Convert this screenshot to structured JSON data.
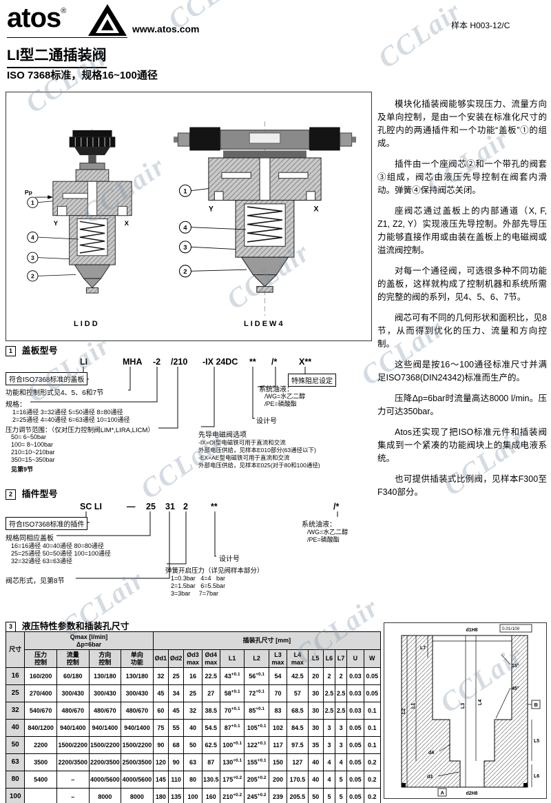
{
  "watermark": {
    "text": "CCLair"
  },
  "header": {
    "logo_text": "atos",
    "logo_reg": "®",
    "website": "www.atos.com",
    "doc_ref": "样本  H003-12/C"
  },
  "title": {
    "main": "LI型二通插装阀",
    "subtitle": "ISO 7368标准，规格16~100通径"
  },
  "figures": {
    "left_caption": "LIDD",
    "right_caption": "LIDEW4",
    "callouts": [
      "1",
      "2",
      "3",
      "4"
    ],
    "ports": {
      "pp": "Pp",
      "y": "Y",
      "x": "X"
    }
  },
  "intro": {
    "paragraphs": [
      "模块化插装阀能够实现压力、流量方向及单向控制，是由一个安装在标准化尺寸的孔腔内的两通插件和一个功能“盖板”①的组成。",
      "插件由一个座阀芯②和一个带孔的阀套③组成，阀芯由液压先导控制在阀套内滑动。弹簧④保持阀芯关闭。",
      "座阀芯通过盖板上的内部通道（X, F, Z1, Z2, Y）实现液压先导控制。外部先导压力能够直接作用或由装在盖板上的电磁阀或溢流阀控制。",
      "对每一个通径阀，可选很多种不同功能的盖板，这样就构成了控制机器和系统所需的完整的阀的系列，见4、5、6、7节。",
      "阀芯可有不同的几何形状和面积比，见8节，从而得到优化的压力、流量和方向控制。",
      "这些阀是按16～100通径标准尺寸并满足ISO7368(DIN24342)标准而生产的。",
      "压降Δp=6bar时流量高达8000 l/min。压力可达350bar。",
      "Atos还实现了把ISO标准元件和插装阀集成到一个紧凑的功能阀块上的集成电液系统。",
      "也可提供插装式比例阀，见样本F300至F340部分。"
    ]
  },
  "section1": {
    "number": "1",
    "title": "盖板型号",
    "code": [
      "LI",
      "MHA",
      "-2",
      "/210",
      "-IX 24DC",
      "**",
      "/*",
      "X**"
    ],
    "labels": {
      "iso": "符合ISO7368标准的盖板",
      "function": "功能和控制形式见4、5、6和7节",
      "size_title": "规格：",
      "size_line1": "1=16通径  3=32通径  5=50通径  8=80通径",
      "size_line2": "2=25通径  4=40通径  6=63通径  10=100通径",
      "pressure_title": "压力调节范围：（仅对压力控制阀LIM*,LIRA,LICM）",
      "pressure_lines": [
        "50=  6~50bar",
        "100=  8~100bar",
        "210=10~210bar",
        "350=15~350bar"
      ],
      "pressure_note": "见第9节",
      "damping": "特殊阻尼设定",
      "fluid_title": "系统油液：",
      "fluid_wg": "/WG=水乙二醇",
      "fluid_pe": "/PE=磷酸酯",
      "design": "设计号",
      "solenoid_title": "先导电磁阀选项",
      "solenoid_lines": [
        "-IX=OI型电磁铁可用于直流和交流",
        "外部电压供给，见样本E010部分(63通径以下)",
        "-EX=AE型电磁铁可用于直流和交流",
        "外部电压供给，见样本E025(对于80和100通径)"
      ]
    }
  },
  "section2": {
    "number": "2",
    "title": "插件型号",
    "code": [
      "SC LI",
      "—",
      "25",
      "31",
      "2",
      "**",
      "/*"
    ],
    "labels": {
      "iso": "符合ISO7368标准的插件",
      "size_title": "规格同相应盖板",
      "size_lines": [
        "16=16通径  40=40通径  80=80通径",
        "25=25通径  50=50通径  100=100通径",
        "32=32通径  63=63通径"
      ],
      "spool": "阀芯形式，见第8节",
      "spring_title": "弹簧开启压力（详见阀样本部分）",
      "spring_lines": [
        "1=0.3bar   4=4   bar",
        "2=1.5bar   6=5.5bar",
        "3=3bar     7=7bar"
      ],
      "design": "设计号",
      "fluid_title": "系统油液：",
      "fluid_wg": "/WG=水乙二醇",
      "fluid_pe": "/PE=磷酸酯"
    }
  },
  "section3": {
    "number": "3",
    "title": "液压特性参数和插装孔尺寸",
    "table": {
      "size_header": "尺寸",
      "qmax_header": "Qmax [l/min]\nΔp=6bar",
      "cavity_header": "插装孔尺寸 [mm]",
      "qmax_cols": [
        "压力\n控制",
        "流量\n控制",
        "方向\n控制",
        "单向\n功能"
      ],
      "dim_cols": [
        "Ød1",
        "Ød2",
        "Ød3\nmax",
        "Ød4\nmax",
        "L1",
        "L2",
        "L3\nmax",
        "L4\nmax",
        "L5",
        "L6",
        "L7",
        "U",
        "W"
      ],
      "rows": [
        {
          "size": "16",
          "qmax": [
            "160/200",
            "60/180",
            "130/180",
            "130/180"
          ],
          "dims": [
            "32",
            "25",
            "16",
            "22.5",
            "43^+0.1",
            "56^+0.1",
            "54",
            "42.5",
            "20",
            "2",
            "2",
            "0.03",
            "0.05"
          ]
        },
        {
          "size": "25",
          "qmax": [
            "270/400",
            "300/430",
            "300/430",
            "300/430"
          ],
          "dims": [
            "45",
            "34",
            "25",
            "27",
            "58^+0.1",
            "72^+0.1",
            "70",
            "57",
            "30",
            "2.5",
            "2.5",
            "0.03",
            "0.05"
          ]
        },
        {
          "size": "32",
          "qmax": [
            "540/670",
            "480/670",
            "480/670",
            "480/670"
          ],
          "dims": [
            "60",
            "45",
            "32",
            "38.5",
            "70^+0.1",
            "85^+0.1",
            "83",
            "68.5",
            "30",
            "2.5",
            "2.5",
            "0.03",
            "0.1"
          ]
        },
        {
          "size": "40",
          "qmax": [
            "840/1200",
            "940/1400",
            "940/1400",
            "940/1400"
          ],
          "dims": [
            "75",
            "55",
            "40",
            "54.5",
            "87^+0.1",
            "105^+0.1",
            "102",
            "84.5",
            "30",
            "3",
            "3",
            "0.05",
            "0.1"
          ]
        },
        {
          "size": "50",
          "qmax": [
            "2200",
            "1500/2200",
            "1500/2200",
            "1500/2200"
          ],
          "dims": [
            "90",
            "68",
            "50",
            "62.5",
            "100^+0.1",
            "122^+0.1",
            "117",
            "97.5",
            "35",
            "3",
            "3",
            "0.05",
            "0.1"
          ]
        },
        {
          "size": "63",
          "qmax": [
            "3500",
            "2200/3500",
            "2200/3500",
            "2500/3500"
          ],
          "dims": [
            "120",
            "90",
            "63",
            "87",
            "130^+0.1",
            "155^+0.1",
            "150",
            "127",
            "40",
            "4",
            "4",
            "0.05",
            "0.2"
          ]
        },
        {
          "size": "80",
          "qmax": [
            "5400",
            "–",
            "4000/5600",
            "4000/5600"
          ],
          "dims": [
            "145",
            "110",
            "80",
            "130.5",
            "175^+0.2",
            "205^+0.2",
            "200",
            "170.5",
            "40",
            "4",
            "5",
            "0.05",
            "0.2"
          ]
        },
        {
          "size": "100",
          "qmax": [
            "",
            "–",
            "8000",
            "8000"
          ],
          "dims": [
            "180",
            "135",
            "100",
            "160",
            "210^+0.2",
            "245^+0.2",
            "239",
            "205.5",
            "50",
            "5",
            "5",
            "0.05",
            "0.2"
          ]
        }
      ]
    }
  },
  "drawing": {
    "d1": "d1H8",
    "d2": "d2H8",
    "d3": "d3",
    "d4": "d4",
    "L1": "L1",
    "L2": "L2",
    "L3": "L3",
    "L4": "L4",
    "L5": "L5",
    "L6": "L6",
    "L7": "L7",
    "ang15": "15°",
    "ang45": "45°",
    "tol": "0.01/100",
    "datumA": "A",
    "datumB": "B"
  }
}
